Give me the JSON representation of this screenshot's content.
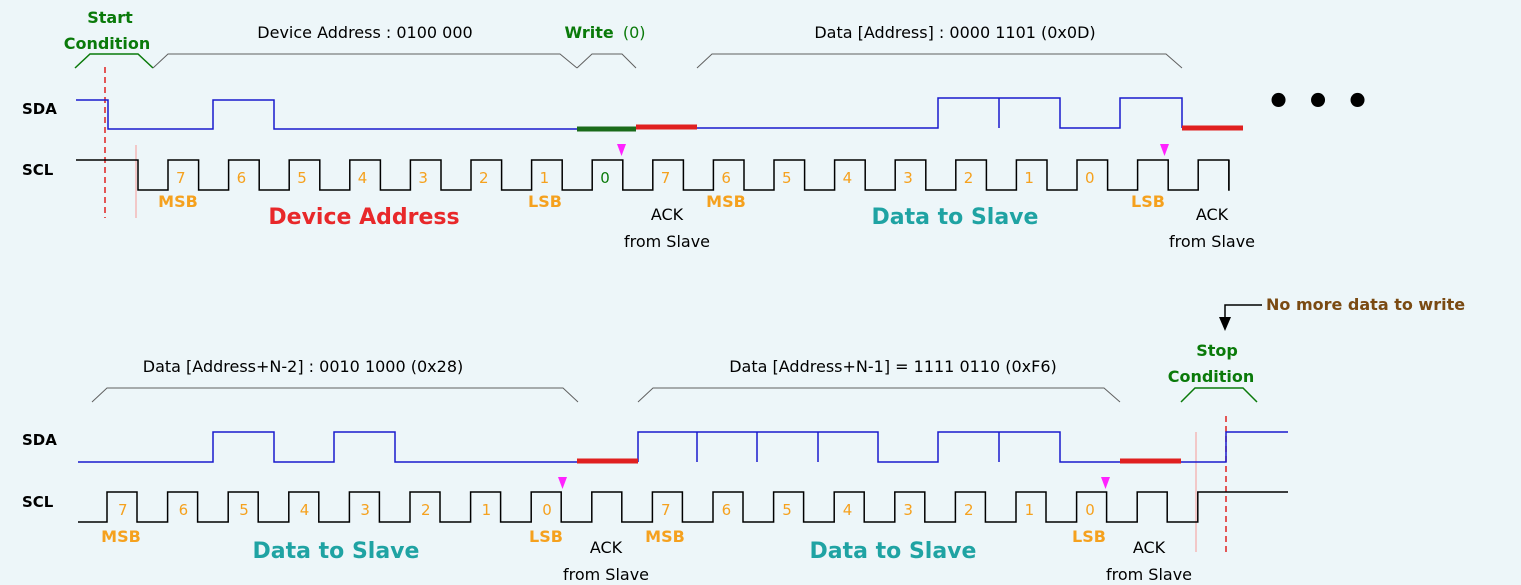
{
  "signals": {
    "sda": "SDA",
    "scl": "SCL"
  },
  "start_condition": {
    "line1": "Start",
    "line2": "Condition"
  },
  "stop_condition": {
    "line1": "Stop",
    "line2": "Condition"
  },
  "row1": {
    "device_address_label": "Device Address : 0100 000",
    "write_label": "Write",
    "write_value": "(0)",
    "data_label": "Data [Address] : 0000 1101 (0x0D)",
    "bits_addr": [
      "7",
      "6",
      "5",
      "4",
      "3",
      "2",
      "1"
    ],
    "bit_write": "0",
    "bits_data": [
      "7",
      "6",
      "5",
      "4",
      "3",
      "2",
      "1",
      "0"
    ],
    "msb": "MSB",
    "lsb": "LSB",
    "section_address": "Device Address",
    "section_data": "Data to Slave",
    "ack_line1": "ACK",
    "ack_line2": "from Slave",
    "continuation": "• • •"
  },
  "row2": {
    "data1_label": "Data [Address+N-2] : 0010 1000 (0x28)",
    "data2_label": "Data [Address+N-1] = 1111 0110 (0xF6)",
    "bits": [
      "7",
      "6",
      "5",
      "4",
      "3",
      "2",
      "1",
      "0"
    ],
    "msb": "MSB",
    "lsb": "LSB",
    "section_data": "Data to Slave",
    "ack_line1": "ACK",
    "ack_line2": "from Slave",
    "no_more": "No more data to write"
  },
  "colors": {
    "sda": "#1a1acd",
    "scl": "#000000",
    "ack_bar": "#e02020",
    "write_bar": "#1a6b1a",
    "marker": "#ff22ff",
    "condition_line": "#e02020",
    "faint_line": "#f4b8b8",
    "brace": "#606060"
  }
}
